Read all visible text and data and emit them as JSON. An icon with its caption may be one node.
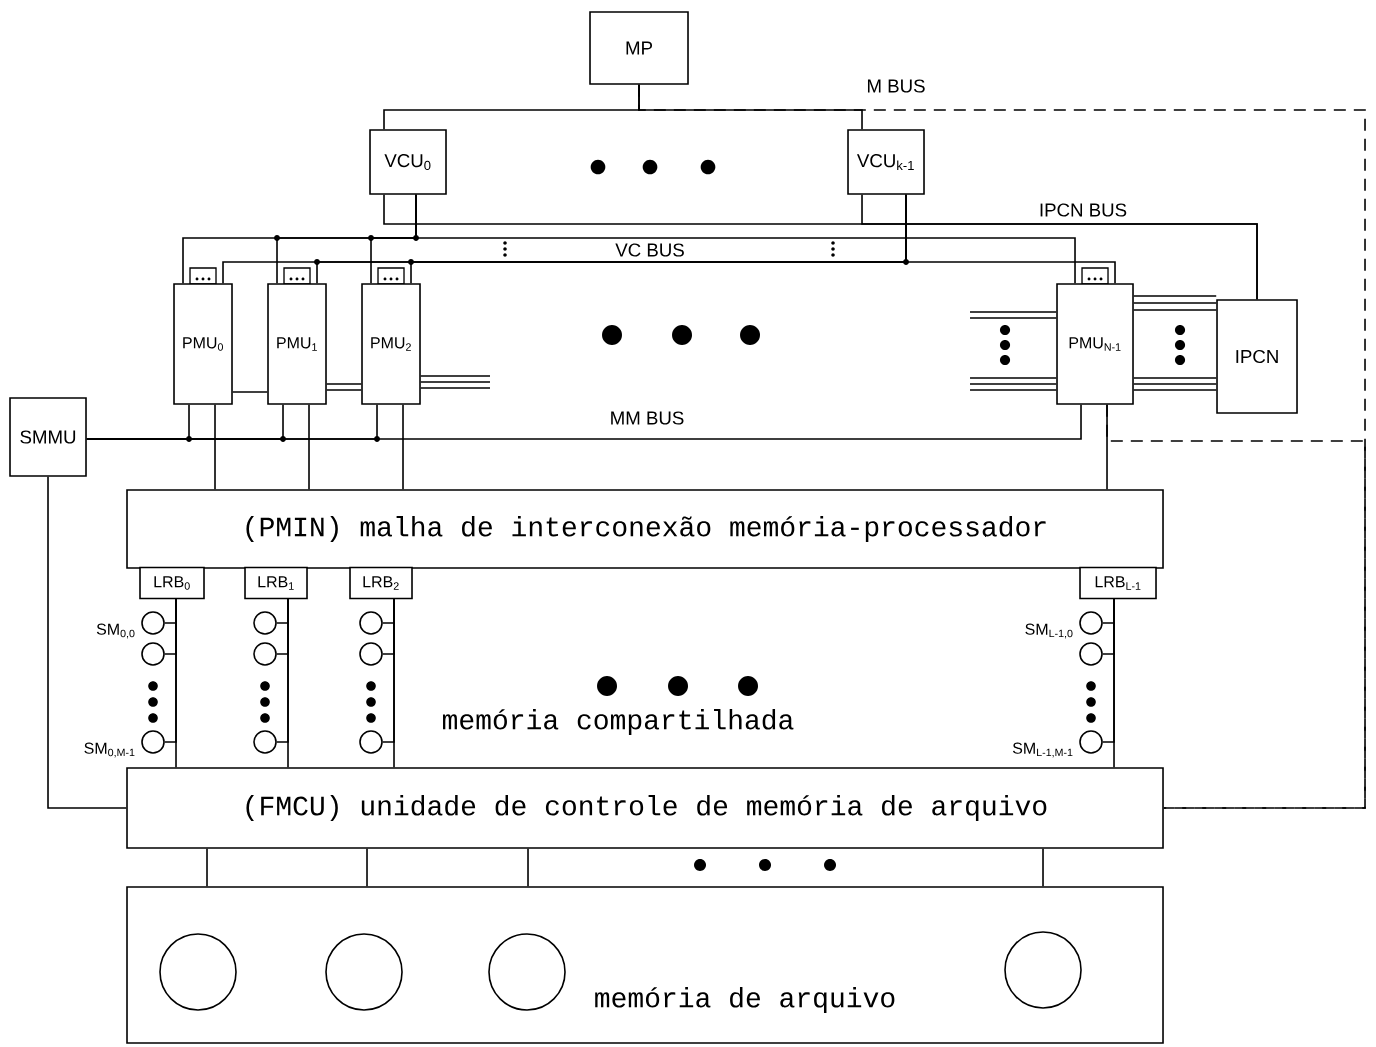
{
  "diagram": {
    "nodes": [
      {
        "text": [
          "MP"
        ]
      },
      {
        "text": [
          "VCU$_{0}$"
        ]
      },
      {
        "text": [
          "VCU$_{k-1}$"
        ]
      },
      {
        "text": [
          "PMU$_{0}$"
        ]
      },
      {
        "text": [
          "PMU$_{1}$"
        ]
      },
      {
        "text": [
          "PMU$_{2}$"
        ]
      },
      {
        "text": [
          "PMU$_{N-1}$"
        ]
      },
      {
        "text": [
          "IPCN"
        ]
      },
      {
        "text": [
          "SMMU"
        ]
      },
      {
        "text": [
          "(PMIN) malha de interconexão memória-processador"
        ]
      },
      {
        "text": [
          "LRB$_{0}$"
        ]
      },
      {
        "text": [
          "LRB$_{1}$"
        ]
      },
      {
        "text": [
          "LRB$_{2}$"
        ]
      },
      {
        "text": [
          "LRB$_{L-1}$"
        ]
      },
      {
        "text": [],
        "shape": "circle",
        "beside": [
          "SM$_{0,0}$"
        ]
      },
      {
        "text": [],
        "shape": "circle"
      },
      {
        "text": [],
        "shape": "circle",
        "beside": [
          "SM$_{0,M-1}$"
        ]
      },
      {
        "text": [],
        "shape": "circle"
      },
      {
        "text": [],
        "shape": "circle"
      },
      {
        "text": [],
        "shape": "circle"
      },
      {
        "text": [],
        "shape": "circle"
      },
      {
        "text": [],
        "shape": "circle"
      },
      {
        "text": [],
        "shape": "circle"
      },
      {
        "text": [],
        "shape": "circle",
        "beside": [
          "SM$_{L-1,0}$"
        ]
      },
      {
        "text": [],
        "shape": "circle"
      },
      {
        "text": [],
        "shape": "circle",
        "beside": [
          "SM$_{L-1,M-1}$"
        ]
      },
      {
        "text": [
          "(FMCU) unidade de controle de memória de arquivo"
        ]
      },
      {
        "text": [
          "memória de arquivo"
        ]
      },
      {
        "text": [],
        "shape": "circle",
        "in": 27
      },
      {
        "text": [],
        "shape": "circle",
        "in": 27
      },
      {
        "text": [],
        "shape": "circle",
        "in": 27
      },
      {
        "text": [],
        "shape": "circle",
        "in": 27
      }
    ],
    "edges": [
      {
        "from": 0,
        "to": 1,
        "arrow": "none"
      },
      {
        "from": 0,
        "to": 2,
        "arrow": "none"
      },
      {
        "from": 0,
        "to": 26,
        "arrow": "none",
        "style": "dashed"
      },
      {
        "from": 1,
        "to": 7,
        "arrow": "none"
      },
      {
        "from": 2,
        "to": 7,
        "arrow": "none"
      },
      {
        "from": 1,
        "to": 3,
        "arrow": "none"
      },
      {
        "from": 1,
        "to": 4,
        "arrow": "none"
      },
      {
        "from": 1,
        "to": 5,
        "arrow": "none"
      },
      {
        "from": 1,
        "to": 6,
        "arrow": "none"
      },
      {
        "from": 2,
        "to": 3,
        "arrow": "none"
      },
      {
        "from": 2,
        "to": 4,
        "arrow": "none"
      },
      {
        "from": 2,
        "to": 5,
        "arrow": "none"
      },
      {
        "from": 2,
        "to": 6,
        "arrow": "none"
      },
      {
        "from": 3,
        "to": 9,
        "arrow": "none"
      },
      {
        "from": 4,
        "to": 9,
        "arrow": "none"
      },
      {
        "from": 5,
        "to": 9,
        "arrow": "none"
      },
      {
        "from": 6,
        "to": 9,
        "arrow": "none"
      },
      {
        "from": 3,
        "to": 8,
        "arrow": "none"
      },
      {
        "from": 4,
        "to": 8,
        "arrow": "none"
      },
      {
        "from": 5,
        "to": 8,
        "arrow": "none"
      },
      {
        "from": 6,
        "to": 8,
        "arrow": "none"
      },
      {
        "from": 3,
        "to": 4,
        "arrow": "none"
      },
      {
        "from": 4,
        "to": 5,
        "arrow": "none"
      },
      {
        "from": 5,
        "to": null,
        "arrow": "none"
      },
      {
        "from": null,
        "to": 6,
        "arrow": "none"
      },
      {
        "from": null,
        "to": 6,
        "arrow": "none"
      },
      {
        "from": 6,
        "to": 7,
        "arrow": "none"
      },
      {
        "from": 6,
        "to": 7,
        "arrow": "none"
      },
      {
        "from": 6,
        "to": 26,
        "arrow": "none",
        "style": "dashed"
      },
      {
        "from": 8,
        "to": 26,
        "arrow": "none"
      },
      {
        "from": 10,
        "to": 26,
        "arrow": "none"
      },
      {
        "from": 11,
        "to": 26,
        "arrow": "none"
      },
      {
        "from": 12,
        "to": 26,
        "arrow": "none"
      },
      {
        "from": 13,
        "to": 26,
        "arrow": "none"
      },
      {
        "from": 14,
        "to": 10,
        "arrow": "none"
      },
      {
        "from": 15,
        "to": 10,
        "arrow": "none"
      },
      {
        "from": 16,
        "to": 10,
        "arrow": "none"
      },
      {
        "from": 17,
        "to": 11,
        "arrow": "none"
      },
      {
        "from": 18,
        "to": 11,
        "arrow": "none"
      },
      {
        "from": 19,
        "to": 11,
        "arrow": "none"
      },
      {
        "from": 20,
        "to": 12,
        "arrow": "none"
      },
      {
        "from": 21,
        "to": 12,
        "arrow": "none"
      },
      {
        "from": 22,
        "to": 12,
        "arrow": "none"
      },
      {
        "from": 23,
        "to": 13,
        "arrow": "none"
      },
      {
        "from": 24,
        "to": 13,
        "arrow": "none"
      },
      {
        "from": 25,
        "to": 13,
        "arrow": "none"
      },
      {
        "from": 26,
        "to": 27,
        "arrow": "none"
      },
      {
        "from": 26,
        "to": 27,
        "arrow": "none"
      },
      {
        "from": 26,
        "to": 27,
        "arrow": "none"
      },
      {
        "from": 26,
        "to": 27,
        "arrow": "none"
      },
      {
        "from": 4,
        "to": 5,
        "arrow": "none"
      },
      {
        "from": 5,
        "to": null,
        "arrow": "none"
      },
      {
        "from": 5,
        "to": null,
        "arrow": "none"
      },
      {
        "from": null,
        "to": 6,
        "arrow": "none"
      },
      {
        "from": null,
        "to": 6,
        "arrow": "none"
      },
      {
        "from": null,
        "to": 6,
        "arrow": "none"
      },
      {
        "from": 6,
        "to": 7,
        "arrow": "none"
      },
      {
        "from": 6,
        "to": 7,
        "arrow": "none"
      },
      {
        "from": 6,
        "to": 7,
        "arrow": "none"
      },
      {
        "from": 6,
        "to": 7,
        "arrow": "none"
      }
    ],
    "labels": [
      "M BUS",
      "IPCN BUS",
      "VC BUS",
      "MM BUS",
      "memória compartilhada"
    ]
  }
}
